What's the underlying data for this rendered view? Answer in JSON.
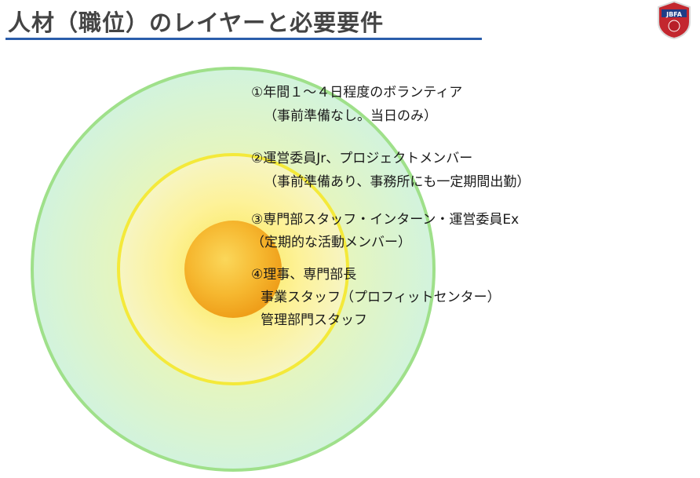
{
  "slide": {
    "title": "人材（職位）のレイヤーと必要要件"
  },
  "logo": {
    "text": "JBFA",
    "colors": {
      "outer": "#c3272f",
      "inner": "#1f3d86"
    }
  },
  "layers": [
    {
      "line1": "①年間１～４日程度のボランティア",
      "line2": "（事前準備なし。当日のみ）",
      "color": "#9fe08a"
    },
    {
      "line1": "②運営委員Jr、プロジェクトメンバー",
      "line2": "（事前準備あり、事務所にも一定期間出勤）",
      "color": "#f4e93a"
    },
    {
      "line1": "③専門部スタッフ・インターン・運営委員Ex",
      "line2": "（定期的な活動メンバー）",
      "color": "#f5e24a"
    },
    {
      "line1": "④理事、専門部長",
      "line2": "事業スタッフ（プロフィットセンター）",
      "line3": "管理部門スタッフ",
      "color": "#f2a81e"
    }
  ]
}
